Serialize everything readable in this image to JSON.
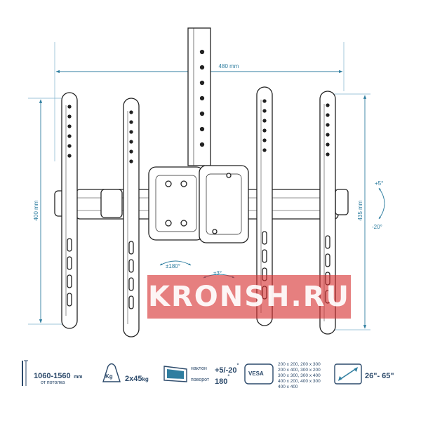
{
  "dimensions": {
    "width_top": "480 mm",
    "height_left": "400 mm",
    "height_right": "435 mm",
    "tilt_up": "+5°",
    "tilt_down": "-20°",
    "rotate_180": "±180°",
    "rotate_3": "±3°"
  },
  "watermark": "KRONSH.RU",
  "specs": {
    "height_range": "1060-1560",
    "height_unit": "mm",
    "height_caption": "от потолка",
    "weight_icon_label": "Kg",
    "weight": "2x45",
    "weight_unit": "kg",
    "tilt_label": "наклон",
    "tilt_value": "+5/-20",
    "tilt_deg": "°",
    "rotate_label": "поворот",
    "rotate_value": "180",
    "rotate_deg": "°",
    "vesa_label": "VESA",
    "vesa_list": [
      "200 x 200, 200 x 300",
      "200 x 400, 300 x 200",
      "300 x 300, 300 x 400",
      "400 x 200, 400 x 300",
      "400 x 400"
    ],
    "diagonal": "26\"- 65\""
  },
  "colors": {
    "dimension_line": "#2f7ea0",
    "text_dark": "#2c4a6b",
    "watermark": "#d63030"
  }
}
